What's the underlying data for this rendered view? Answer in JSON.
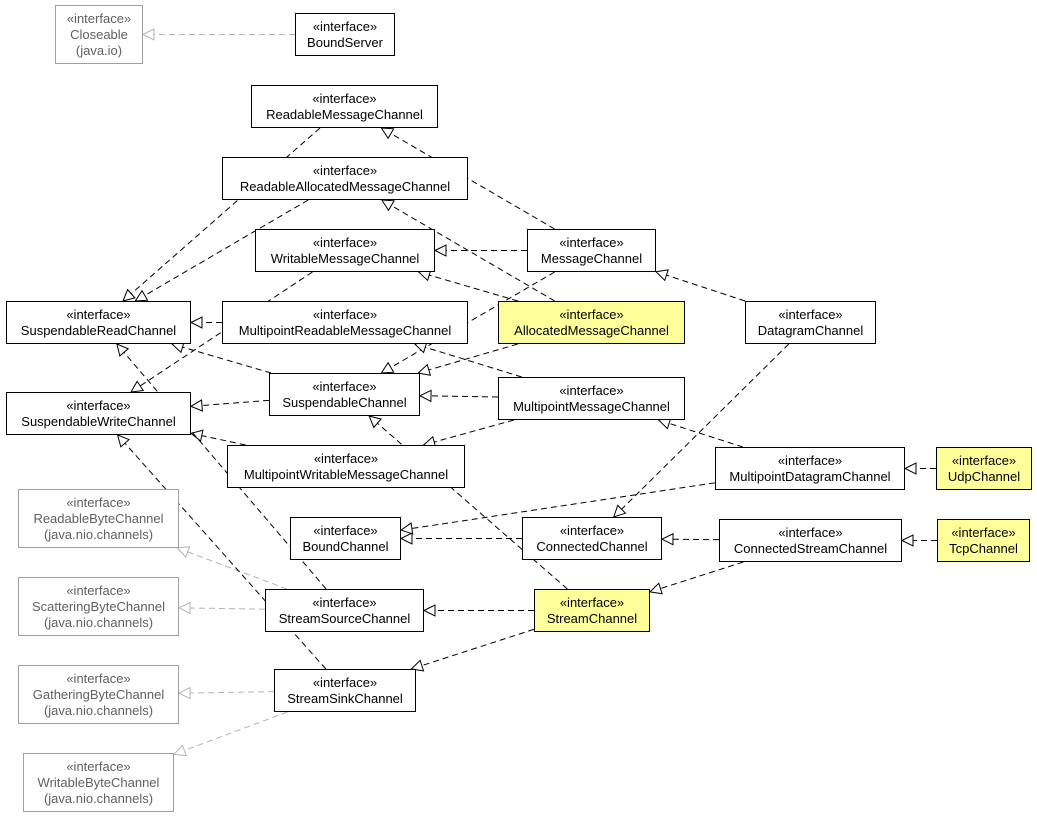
{
  "colors": {
    "node_fill": "#ffffff",
    "highlight_fill": "#ffff99",
    "edge_dark": "#000000",
    "edge_external": "#b4b4b4",
    "external_border": "#a0a0a0",
    "external_text": "#606060"
  },
  "stereotype": "«interface»",
  "nodes": [
    {
      "id": "closeable",
      "name": "Closeable",
      "package": "(java.io)",
      "style": "external"
    },
    {
      "id": "boundserver",
      "name": "BoundServer",
      "style": "normal"
    },
    {
      "id": "readablemessagechannel",
      "name": "ReadableMessageChannel",
      "style": "normal"
    },
    {
      "id": "readableallocatedmessagechannel",
      "name": "ReadableAllocatedMessageChannel",
      "style": "normal"
    },
    {
      "id": "writablemessagechannel",
      "name": "WritableMessageChannel",
      "style": "normal"
    },
    {
      "id": "messagechannel",
      "name": "MessageChannel",
      "style": "normal"
    },
    {
      "id": "suspendablereadchannel",
      "name": "SuspendableReadChannel",
      "style": "normal"
    },
    {
      "id": "multipointreadablemessagechannel",
      "name": "MultipointReadableMessageChannel",
      "style": "normal"
    },
    {
      "id": "allocatedmessagechannel",
      "name": "AllocatedMessageChannel",
      "style": "highlight"
    },
    {
      "id": "datagramchannel",
      "name": "DatagramChannel",
      "style": "normal"
    },
    {
      "id": "suspendablechannel",
      "name": "SuspendableChannel",
      "style": "normal"
    },
    {
      "id": "multipointmessagechannel",
      "name": "MultipointMessageChannel",
      "style": "normal"
    },
    {
      "id": "suspendablewritechannel",
      "name": "SuspendableWriteChannel",
      "style": "normal"
    },
    {
      "id": "multipointwritablemessagechannel",
      "name": "MultipointWritableMessageChannel",
      "style": "normal"
    },
    {
      "id": "multipointdatagramchannel",
      "name": "MultipointDatagramChannel",
      "style": "normal"
    },
    {
      "id": "udpchannel",
      "name": "UdpChannel",
      "style": "highlight"
    },
    {
      "id": "readablebytechannel",
      "name": "ReadableByteChannel",
      "package": "(java.nio.channels)",
      "style": "external"
    },
    {
      "id": "boundchannel",
      "name": "BoundChannel",
      "style": "normal"
    },
    {
      "id": "connectedchannel",
      "name": "ConnectedChannel",
      "style": "normal"
    },
    {
      "id": "connectedstreamchannel",
      "name": "ConnectedStreamChannel",
      "style": "normal"
    },
    {
      "id": "tcpchannel",
      "name": "TcpChannel",
      "style": "highlight"
    },
    {
      "id": "scatteringbytechannel",
      "name": "ScatteringByteChannel",
      "package": "(java.nio.channels)",
      "style": "external"
    },
    {
      "id": "streamsourcechannel",
      "name": "StreamSourceChannel",
      "style": "normal"
    },
    {
      "id": "streamchannel",
      "name": "StreamChannel",
      "style": "highlight"
    },
    {
      "id": "gatheringbytechannel",
      "name": "GatheringByteChannel",
      "package": "(java.nio.channels)",
      "style": "external"
    },
    {
      "id": "streamsinkchannel",
      "name": "StreamSinkChannel",
      "style": "normal"
    },
    {
      "id": "writablebytechannel",
      "name": "WritableByteChannel",
      "package": "(java.nio.channels)",
      "style": "external"
    }
  ],
  "edges": [
    {
      "from": "boundserver",
      "to": "closeable",
      "style": "external"
    },
    {
      "from": "readablemessagechannel",
      "to": "suspendablereadchannel",
      "style": "dark"
    },
    {
      "from": "readableallocatedmessagechannel",
      "to": "suspendablereadchannel",
      "style": "dark"
    },
    {
      "from": "writablemessagechannel",
      "to": "suspendablewritechannel",
      "style": "dark"
    },
    {
      "from": "messagechannel",
      "to": "readablemessagechannel",
      "style": "dark"
    },
    {
      "from": "messagechannel",
      "to": "writablemessagechannel",
      "style": "dark"
    },
    {
      "from": "messagechannel",
      "to": "suspendablechannel",
      "style": "dark"
    },
    {
      "from": "multipointreadablemessagechannel",
      "to": "suspendablereadchannel",
      "style": "dark"
    },
    {
      "from": "allocatedmessagechannel",
      "to": "readableallocatedmessagechannel",
      "style": "dark"
    },
    {
      "from": "allocatedmessagechannel",
      "to": "writablemessagechannel",
      "style": "dark"
    },
    {
      "from": "allocatedmessagechannel",
      "to": "suspendablechannel",
      "style": "dark"
    },
    {
      "from": "datagramchannel",
      "to": "messagechannel",
      "style": "dark"
    },
    {
      "from": "datagramchannel",
      "to": "connectedchannel",
      "style": "dark"
    },
    {
      "from": "suspendablechannel",
      "to": "suspendablereadchannel",
      "style": "dark"
    },
    {
      "from": "suspendablechannel",
      "to": "suspendablewritechannel",
      "style": "dark"
    },
    {
      "from": "multipointmessagechannel",
      "to": "multipointreadablemessagechannel",
      "style": "dark"
    },
    {
      "from": "multipointmessagechannel",
      "to": "suspendablechannel",
      "style": "dark"
    },
    {
      "from": "multipointmessagechannel",
      "to": "multipointwritablemessagechannel",
      "style": "dark"
    },
    {
      "from": "multipointwritablemessagechannel",
      "to": "suspendablewritechannel",
      "style": "dark"
    },
    {
      "from": "multipointdatagramchannel",
      "to": "multipointmessagechannel",
      "style": "dark"
    },
    {
      "from": "multipointdatagramchannel",
      "to": "boundchannel",
      "style": "dark"
    },
    {
      "from": "udpchannel",
      "to": "multipointdatagramchannel",
      "style": "dark"
    },
    {
      "from": "connectedchannel",
      "to": "boundchannel",
      "style": "dark"
    },
    {
      "from": "connectedstreamchannel",
      "to": "connectedchannel",
      "style": "dark"
    },
    {
      "from": "connectedstreamchannel",
      "to": "streamchannel",
      "style": "dark"
    },
    {
      "from": "tcpchannel",
      "to": "connectedstreamchannel",
      "style": "dark"
    },
    {
      "from": "streamsourcechannel",
      "to": "suspendablereadchannel",
      "style": "dark"
    },
    {
      "from": "streamsourcechannel",
      "to": "readablebytechannel",
      "style": "external"
    },
    {
      "from": "streamsourcechannel",
      "to": "scatteringbytechannel",
      "style": "external"
    },
    {
      "from": "streamchannel",
      "to": "streamsourcechannel",
      "style": "dark"
    },
    {
      "from": "streamchannel",
      "to": "streamsinkchannel",
      "style": "dark"
    },
    {
      "from": "streamchannel",
      "to": "suspendablechannel",
      "style": "dark"
    },
    {
      "from": "streamsinkchannel",
      "to": "suspendablewritechannel",
      "style": "dark"
    },
    {
      "from": "streamsinkchannel",
      "to": "gatheringbytechannel",
      "style": "external"
    },
    {
      "from": "streamsinkchannel",
      "to": "writablebytechannel",
      "style": "external"
    }
  ]
}
